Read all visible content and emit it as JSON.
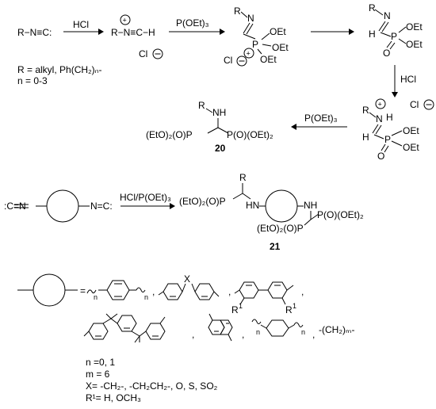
{
  "scheme": {
    "top": {
      "isocyanide": "R−N≡C:",
      "reagent_hcl": "HCl",
      "nitrilium": "R−N≡C−H",
      "chloride": "Cl",
      "reagent_phosphite": "P(OEt)₃",
      "imine_r": "R",
      "imine_n": "N",
      "oet": "OEt",
      "p_atom": "P",
      "o_atom": "O",
      "h_atom": "H",
      "nh": "NH",
      "reagent_hcl_down": "HCl",
      "reagent_phosphite_back": "P(OEt)₃",
      "product_left": "(EtO)₂(O)P",
      "product_right": "P(O)(OEt)₂",
      "product_label": "20"
    },
    "conditions": {
      "r_def": "R = alkyl, Ph(CH₂)ₙ-",
      "n_def": "n = 0-3"
    },
    "middle": {
      "left_isocyanide": ":C=N",
      "right_isocyanide": "N=C:",
      "reagent": "HCl/P(OEt)₃",
      "product_p_left": "(EtO)₂(O)P",
      "product_p_right": "P(O)(OEt)₂",
      "product_p_lower": "(EtO)₂(O)P",
      "hn": "HN",
      "nh": "NH",
      "r": "R",
      "product_label": "21"
    },
    "linkers": {
      "equals": "=",
      "n_sub": "n",
      "x_atom": "X",
      "r1": "R",
      "r1_sup": "1",
      "alkyl_chain": "-(CH₂)ₘ-"
    },
    "definitions": {
      "n_values": "n =0, 1",
      "m_values": "m = 6",
      "x_values": "X= -CH₂-, -CH₂CH₂-, O, S, SO₂",
      "r1_values": "R¹= H, OCH₃"
    }
  }
}
